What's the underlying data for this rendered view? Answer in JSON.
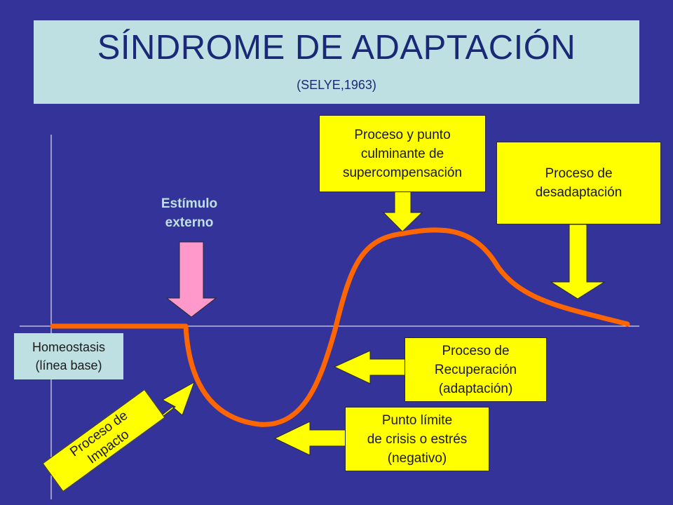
{
  "title": "SÍNDROME DE ADAPTACIÓN",
  "subtitle": "(SELYE,1963)",
  "labels": {
    "stimulus": [
      "Estímulo",
      "externo"
    ],
    "homeostasis": [
      "Homeostasis",
      "(línea base)"
    ],
    "impact": [
      "Proceso de",
      "Impacto"
    ],
    "supercompensation": [
      "Proceso y punto",
      "culminante de",
      "supercompensación"
    ],
    "maladaptation": [
      "Proceso de",
      "desadaptación"
    ],
    "recovery": [
      "Proceso de",
      "Recuperación",
      "(adaptación)"
    ],
    "crisis": [
      "Punto límite",
      "de crisis o estrés",
      "(negativo)"
    ]
  },
  "colors": {
    "background": "#333399",
    "title_box": "#bfe0e2",
    "curve": "#ff6600",
    "callout": "#ffff00",
    "stimulus_arrow": "#ff99cc",
    "axis": "#ffffff"
  }
}
